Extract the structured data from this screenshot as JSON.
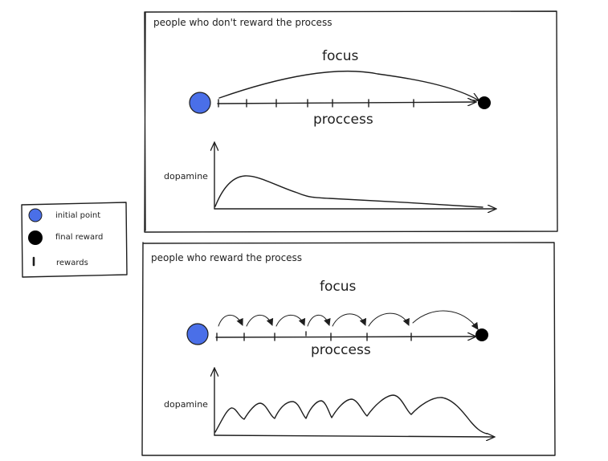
{
  "colors": {
    "initial_point": "#4a6fe8",
    "final_reward": "#000000",
    "ink": "#1e1e1e"
  },
  "panels": [
    {
      "title": "people who don't reward the process",
      "focus_label": "focus",
      "process_label": "proccess",
      "dopamine_label": "dopamine"
    },
    {
      "title": "people who reward the process",
      "focus_label": "focus",
      "process_label": "proccess",
      "dopamine_label": "dopamine"
    }
  ],
  "legend": {
    "items": [
      {
        "label": "initial point",
        "icon": "blue-circle-icon"
      },
      {
        "label": "final reward",
        "icon": "black-circle-icon"
      },
      {
        "label": "rewards",
        "icon": "tick-mark-icon"
      }
    ]
  }
}
